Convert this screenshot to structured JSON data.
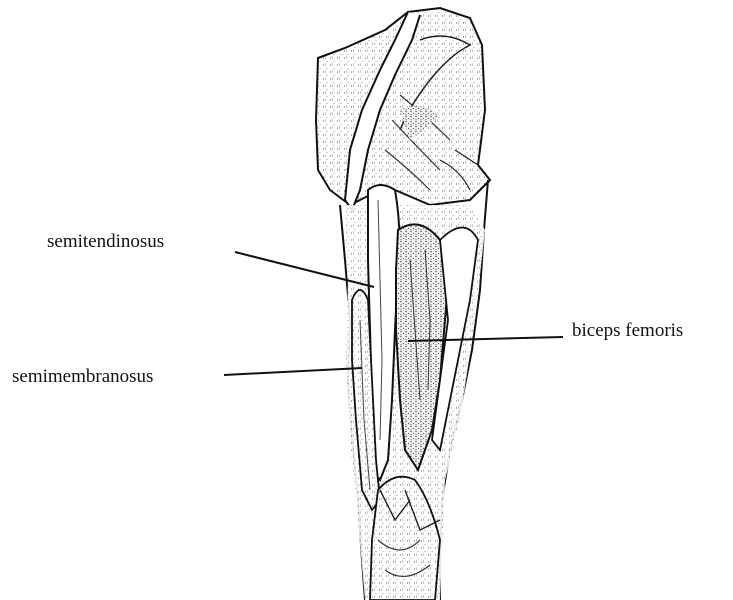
{
  "labels": {
    "semitendinosus": "semitendinosus",
    "semimembranosus": "semimembranosus",
    "biceps_femoris": "biceps femoris"
  },
  "colors": {
    "ink": "#111111",
    "paper": "#ffffff",
    "shade": "#555555"
  }
}
